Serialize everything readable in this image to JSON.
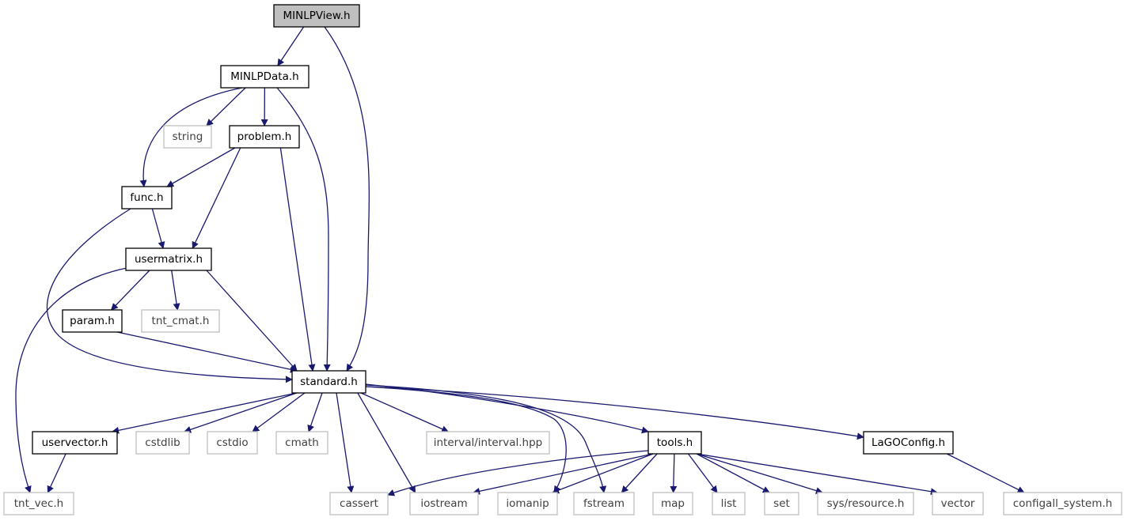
{
  "colors": {
    "edge": "#191970",
    "documented_border": "#000000",
    "external_border": "#bfbfbf",
    "external_text": "#404040",
    "root_fill": "#bfbfbf"
  },
  "nodes": [
    {
      "id": "minlpview",
      "label": "MINLPView.h",
      "kind": "root"
    },
    {
      "id": "minlpdata",
      "label": "MINLPData.h",
      "kind": "documented"
    },
    {
      "id": "string",
      "label": "string",
      "kind": "external"
    },
    {
      "id": "problem",
      "label": "problem.h",
      "kind": "documented"
    },
    {
      "id": "func",
      "label": "func.h",
      "kind": "documented"
    },
    {
      "id": "usermatrix",
      "label": "usermatrix.h",
      "kind": "documented"
    },
    {
      "id": "param",
      "label": "param.h",
      "kind": "documented"
    },
    {
      "id": "tnt_cmat",
      "label": "tnt_cmat.h",
      "kind": "external"
    },
    {
      "id": "standard",
      "label": "standard.h",
      "kind": "documented"
    },
    {
      "id": "uservector",
      "label": "uservector.h",
      "kind": "documented"
    },
    {
      "id": "cstdlib",
      "label": "cstdlib",
      "kind": "external"
    },
    {
      "id": "cstdio",
      "label": "cstdio",
      "kind": "external"
    },
    {
      "id": "cmath",
      "label": "cmath",
      "kind": "external"
    },
    {
      "id": "interval",
      "label": "interval/interval.hpp",
      "kind": "external"
    },
    {
      "id": "tools",
      "label": "tools.h",
      "kind": "documented"
    },
    {
      "id": "lagoconfig",
      "label": "LaGOConfig.h",
      "kind": "documented"
    },
    {
      "id": "tnt_vec",
      "label": "tnt_vec.h",
      "kind": "external"
    },
    {
      "id": "cassert",
      "label": "cassert",
      "kind": "external"
    },
    {
      "id": "iostream",
      "label": "iostream",
      "kind": "external"
    },
    {
      "id": "iomanip",
      "label": "iomanip",
      "kind": "external"
    },
    {
      "id": "fstream",
      "label": "fstream",
      "kind": "external"
    },
    {
      "id": "map",
      "label": "map",
      "kind": "external"
    },
    {
      "id": "list",
      "label": "list",
      "kind": "external"
    },
    {
      "id": "set",
      "label": "set",
      "kind": "external"
    },
    {
      "id": "sysresource",
      "label": "sys/resource.h",
      "kind": "external"
    },
    {
      "id": "vector",
      "label": "vector",
      "kind": "external"
    },
    {
      "id": "configall",
      "label": "configall_system.h",
      "kind": "external"
    }
  ],
  "edges": [
    {
      "from": "minlpview",
      "to": "minlpdata"
    },
    {
      "from": "minlpview",
      "to": "standard"
    },
    {
      "from": "minlpdata",
      "to": "func"
    },
    {
      "from": "minlpdata",
      "to": "string"
    },
    {
      "from": "minlpdata",
      "to": "problem"
    },
    {
      "from": "minlpdata",
      "to": "standard"
    },
    {
      "from": "problem",
      "to": "func"
    },
    {
      "from": "problem",
      "to": "usermatrix"
    },
    {
      "from": "problem",
      "to": "standard"
    },
    {
      "from": "func",
      "to": "usermatrix"
    },
    {
      "from": "func",
      "to": "standard"
    },
    {
      "from": "usermatrix",
      "to": "param"
    },
    {
      "from": "usermatrix",
      "to": "tnt_cmat"
    },
    {
      "from": "usermatrix",
      "to": "standard"
    },
    {
      "from": "usermatrix",
      "to": "tnt_vec"
    },
    {
      "from": "param",
      "to": "standard"
    },
    {
      "from": "standard",
      "to": "uservector"
    },
    {
      "from": "standard",
      "to": "cstdlib"
    },
    {
      "from": "standard",
      "to": "cstdio"
    },
    {
      "from": "standard",
      "to": "cmath"
    },
    {
      "from": "standard",
      "to": "cassert"
    },
    {
      "from": "standard",
      "to": "iostream"
    },
    {
      "from": "standard",
      "to": "interval"
    },
    {
      "from": "standard",
      "to": "iomanip"
    },
    {
      "from": "standard",
      "to": "fstream"
    },
    {
      "from": "standard",
      "to": "tools"
    },
    {
      "from": "standard",
      "to": "lagoconfig"
    },
    {
      "from": "uservector",
      "to": "tnt_vec"
    },
    {
      "from": "tools",
      "to": "cassert"
    },
    {
      "from": "tools",
      "to": "iostream"
    },
    {
      "from": "tools",
      "to": "iomanip"
    },
    {
      "from": "tools",
      "to": "fstream"
    },
    {
      "from": "tools",
      "to": "map"
    },
    {
      "from": "tools",
      "to": "list"
    },
    {
      "from": "tools",
      "to": "set"
    },
    {
      "from": "tools",
      "to": "sysresource"
    },
    {
      "from": "tools",
      "to": "vector"
    },
    {
      "from": "lagoconfig",
      "to": "configall"
    }
  ]
}
